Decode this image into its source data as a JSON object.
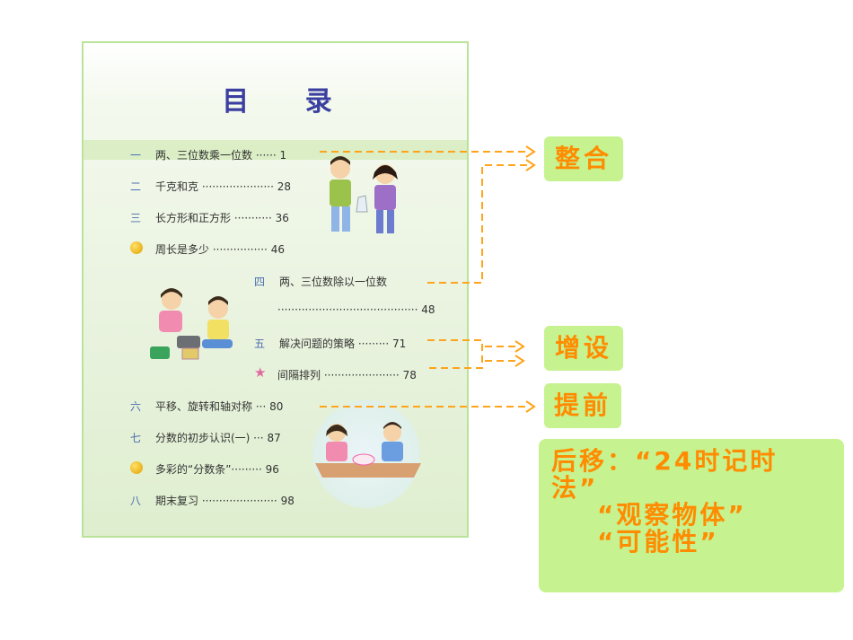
{
  "page_title": "目 录",
  "toc": [
    {
      "num": "一",
      "label": "两、三位数乘一位数 ······",
      "page": "1"
    },
    {
      "num": "二",
      "label": "千克和克 ·····················",
      "page": "28"
    },
    {
      "num": "三",
      "label": "长方形和正方形 ···········",
      "page": "36"
    },
    {
      "num": "",
      "label": "周长是多少 ················",
      "page": "46"
    },
    {
      "num": "四",
      "label": "两、三位数除以一位数",
      "page": ""
    },
    {
      "num": "",
      "label": "·········································",
      "page": "48"
    },
    {
      "num": "五",
      "label": "解决问题的策略 ·········",
      "page": "71"
    },
    {
      "num": "",
      "label": "间隔排列 ······················",
      "page": "78"
    },
    {
      "num": "六",
      "label": "平移、旋转和轴对称 ···",
      "page": "80"
    },
    {
      "num": "七",
      "label": "分数的初步认识(一) ···",
      "page": "87"
    },
    {
      "num": "",
      "label": "多彩的“分数条”·········",
      "page": "96"
    },
    {
      "num": "八",
      "label": "期末复习 ······················",
      "page": "98"
    }
  ],
  "notes": {
    "merge": "整合",
    "add": "增设",
    "advance": "提前",
    "postpone_lines": [
      "后移：“24时记时",
      "法”",
      "    “观察物体”",
      "    “可能性”"
    ]
  },
  "colors": {
    "accent": "#ff8c00",
    "note_bg": "#c6f28f",
    "toc_num": "#4b6fb0"
  }
}
